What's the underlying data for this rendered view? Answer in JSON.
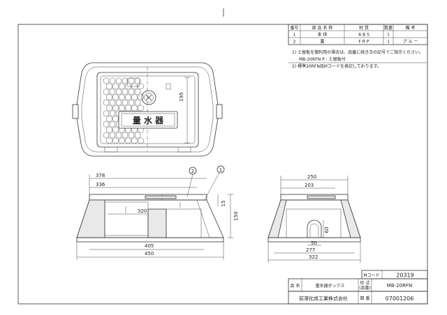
{
  "parts_table": {
    "headers": {
      "no": "番号",
      "name": "部 品 名 称",
      "material": "材 質",
      "qty": "数量",
      "remarks": "備 考"
    },
    "rows": [
      {
        "no": "1",
        "name": "本 体",
        "material": "A B S",
        "qty": "1",
        "remarks": ""
      },
      {
        "no": "2",
        "name": "蓋",
        "material": "F R P",
        "qty": "1",
        "remarks": "ブ ル ー"
      }
    ]
  },
  "notes": [
    "1) 土留板を御利用の場合は、品番に続き次の記号でご指示ください。",
    "MB-20RFN P : 土留板付",
    "2) 標準20RFN品Mコードを表記しております。"
  ],
  "cover_text": "量 水 器",
  "dimensions": {
    "plan_195": "195",
    "front_378": "378",
    "front_336": "336",
    "front_320": "320",
    "front_405": "405",
    "front_450": "450",
    "front_15": "15",
    "front_150": "150",
    "side_250": "250",
    "side_203": "203",
    "side_60": "60",
    "side_50": "50",
    "side_277": "277",
    "side_322": "322"
  },
  "balloons": {
    "b1": "1",
    "b2": "2"
  },
  "title_block": {
    "mcode_label": "Mコード",
    "mcode_value": "20319",
    "name_label": "品 名",
    "name_value": "量水器ボックス",
    "model_label": "形 式",
    "model_sub": "(品番)",
    "model_value": "MB-20RFN",
    "company": "前澤化成工業株式会社",
    "drawing_no_label": "図 番",
    "drawing_no": "07001206"
  }
}
